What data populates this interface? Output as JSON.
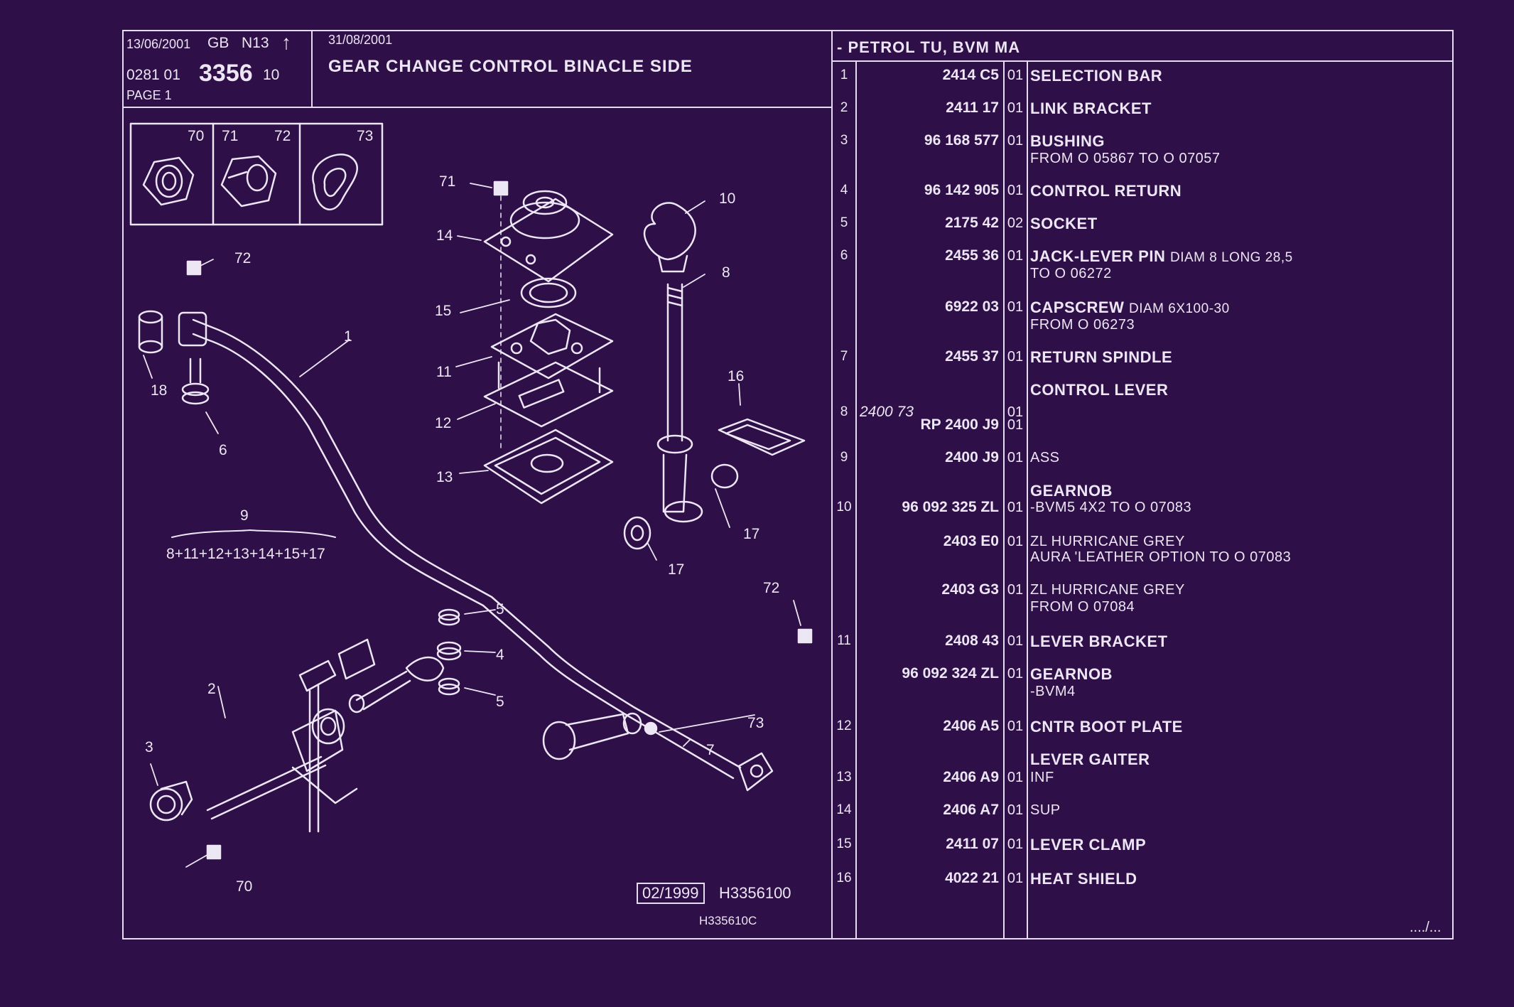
{
  "header": {
    "date_issue": "13/06/2001",
    "country": "GB",
    "code": "N13",
    "arrow": "↑",
    "ref_left": "0281 01",
    "ref_main": "3356",
    "ref_suffix": "10",
    "page_label": "PAGE 1",
    "date_update": "31/08/2001",
    "title": "GEAR CHANGE CONTROL BINACLE SIDE",
    "model": "- PETROL TU, BVM MA"
  },
  "diagram": {
    "inset_labels": [
      "70",
      "71",
      "72",
      "73"
    ],
    "callouts": [
      "71",
      "14",
      "10",
      "72",
      "8",
      "15",
      "1",
      "11",
      "18",
      "16",
      "12",
      "6",
      "13",
      "9",
      "17",
      "17",
      "72",
      "5",
      "4",
      "5",
      "2",
      "3",
      "73",
      "7",
      "70"
    ],
    "kit_formula": "8+11+12+13+14+15+17",
    "date_box": "02/1999",
    "drawing_ref": "H3356100",
    "drawing_ref_small": "H335610C"
  },
  "parts": [
    {
      "num": "1",
      "ref": "2414 C5",
      "qty": "01",
      "desc": "SELECTION BAR",
      "note": "",
      "sub": ""
    },
    {
      "num": "2",
      "ref": "2411 17",
      "qty": "01",
      "desc": "LINK BRACKET",
      "note": "",
      "sub": ""
    },
    {
      "num": "3",
      "ref": "96 168 577",
      "qty": "01",
      "desc": "BUSHING",
      "note": "",
      "sub": "FROM O 05867 TO O 07057"
    },
    {
      "num": "4",
      "ref": "96 142 905",
      "qty": "01",
      "desc": "CONTROL RETURN",
      "note": "",
      "sub": ""
    },
    {
      "num": "5",
      "ref": "2175 42",
      "qty": "02",
      "desc": "SOCKET",
      "note": "",
      "sub": ""
    },
    {
      "num": "6",
      "ref": "2455 36",
      "qty": "01",
      "desc": "JACK-LEVER PIN",
      "note": "DIAM 8 LONG 28,5",
      "sub": "TO O 06272"
    },
    {
      "num": "",
      "ref": "6922 03",
      "qty": "01",
      "desc": "CAPSCREW",
      "note": "DIAM 6X100-30",
      "sub": "FROM O 06273"
    },
    {
      "num": "7",
      "ref": "2455 37",
      "qty": "01",
      "desc": "RETURN SPINDLE",
      "note": "",
      "sub": ""
    },
    {
      "num": "",
      "ref": "",
      "qty": "",
      "desc": "CONTROL LEVER",
      "note": "",
      "sub": ""
    },
    {
      "num": "8",
      "ref": "2400 73",
      "qty": "01",
      "desc": "",
      "note": "",
      "sub": ""
    },
    {
      "num": "",
      "ref": "RP 2400 J9",
      "qty": "01",
      "desc": "",
      "note": "",
      "sub": ""
    },
    {
      "num": "9",
      "ref": "2400 J9",
      "qty": "01",
      "desc": "",
      "note": "",
      "sub": "ASS"
    },
    {
      "num": "",
      "ref": "",
      "qty": "",
      "desc": "GEARNOB",
      "note": "",
      "sub": ""
    },
    {
      "num": "10",
      "ref": "96 092 325 ZL",
      "qty": "01",
      "desc": "",
      "note": "",
      "sub": "-BVM5 4X2 TO O 07083"
    },
    {
      "num": "",
      "ref": "2403 E0",
      "qty": "01",
      "desc": "",
      "note": "",
      "sub": "ZL HURRICANE GREY"
    },
    {
      "num": "",
      "ref": "",
      "qty": "",
      "desc": "",
      "note": "",
      "sub": "AURA 'LEATHER OPTION TO O 07083"
    },
    {
      "num": "",
      "ref": "2403 G3",
      "qty": "01",
      "desc": "",
      "note": "",
      "sub": "ZL HURRICANE GREY"
    },
    {
      "num": "",
      "ref": "",
      "qty": "",
      "desc": "",
      "note": "",
      "sub": "FROM O 07084"
    },
    {
      "num": "11",
      "ref": "2408 43",
      "qty": "01",
      "desc": "LEVER BRACKET",
      "note": "",
      "sub": ""
    },
    {
      "num": "",
      "ref": "96 092 324 ZL",
      "qty": "01",
      "desc": "GEARNOB",
      "note": "",
      "sub": "-BVM4"
    },
    {
      "num": "12",
      "ref": "2406 A5",
      "qty": "01",
      "desc": "CNTR BOOT PLATE",
      "note": "",
      "sub": ""
    },
    {
      "num": "",
      "ref": "",
      "qty": "",
      "desc": "LEVER GAITER",
      "note": "",
      "sub": ""
    },
    {
      "num": "13",
      "ref": "2406 A9",
      "qty": "01",
      "desc": "",
      "note": "",
      "sub": "INF"
    },
    {
      "num": "14",
      "ref": "2406 A7",
      "qty": "01",
      "desc": "",
      "note": "",
      "sub": "SUP"
    },
    {
      "num": "15",
      "ref": "2411 07",
      "qty": "01",
      "desc": "LEVER CLAMP",
      "note": "",
      "sub": ""
    },
    {
      "num": "16",
      "ref": "4022 21",
      "qty": "01",
      "desc": "HEAT SHIELD",
      "note": "",
      "sub": ""
    }
  ],
  "footer": {
    "continued": "..../..."
  },
  "colors": {
    "background": "#2e0f47",
    "ink": "#ece6f5"
  }
}
